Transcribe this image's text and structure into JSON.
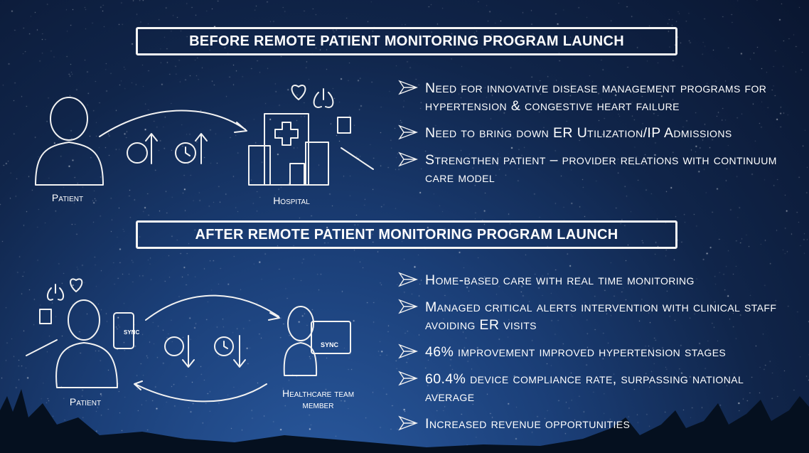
{
  "before": {
    "title": "BEFORE REMOTE PATIENT MONITORING PROGRAM LAUNCH",
    "patient_label": "Patient",
    "hospital_label": "Hospital",
    "bullets": [
      "Need for innovative disease management programs for hypertension & congestive heart failure",
      "Need to bring down ER Utilization/IP Admissions",
      "Strengthen patient – provider relations with continuum care model"
    ]
  },
  "after": {
    "title": "AFTER REMOTE PATIENT MONITORING PROGRAM LAUNCH",
    "patient_label": "Patient",
    "team_label": "Healthcare team member",
    "sync_label": "SYNC",
    "bullets": [
      "Home-based care with real time monitoring",
      "Managed critical alerts intervention with clinical staff avoiding ER visits",
      "46% improvement improved hypertension stages",
      "60.4% device compliance rate, surpassing national average",
      "Increased revenue opportunities"
    ]
  }
}
